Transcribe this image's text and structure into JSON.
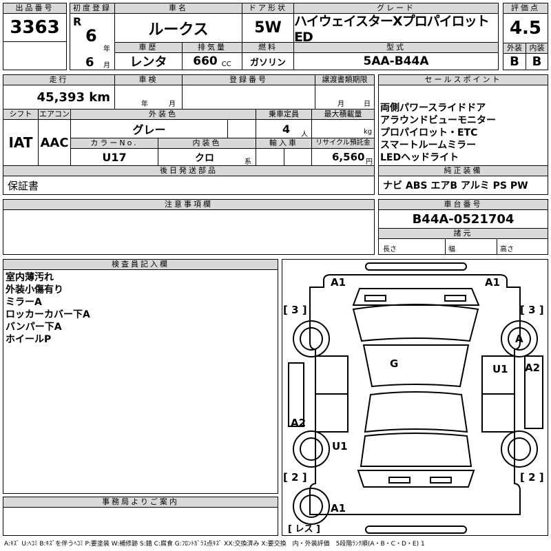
{
  "header": {
    "lot_no_label": "出品番号",
    "lot_no": "3363",
    "first_reg_label": "初度登録",
    "era": "R",
    "year": "6",
    "year_unit": "年",
    "month": "6",
    "month_unit": "月",
    "car_name_label": "車名",
    "car_name": "ルークス",
    "door_label": "ドア形状",
    "door": "5W",
    "grade_label": "グレード",
    "grade": "ハイウェイスターXプロパイロットED",
    "score_label": "評価点",
    "score": "4.5",
    "history_label": "車歴",
    "history": "レンタ",
    "displacement_label": "排気量",
    "displacement": "660",
    "displacement_unit": "CC",
    "fuel_label": "燃料",
    "fuel": "ガソリン",
    "model_label": "型式",
    "model": "5AA-B44A",
    "ext_label": "外装",
    "ext": "B",
    "int_label": "内装",
    "int": "B"
  },
  "row2": {
    "mileage_label": "走行",
    "mileage": "45,393 km",
    "inspection_label": "車検",
    "insp_year_unit": "年",
    "insp_month_unit": "月",
    "reg_no_label": "登録番号",
    "transfer_label": "譲渡書類期限",
    "transfer_month_unit": "月",
    "transfer_day_unit": "日",
    "shift_label": "シフト",
    "shift": "IAT",
    "ac_label": "エアコン",
    "ac": "AAC",
    "exterior_color_label": "外装色",
    "exterior_color": "グレー",
    "capacity_label": "乗車定員",
    "capacity": "4",
    "capacity_unit": "人",
    "max_load_label": "最大積載量",
    "max_load_unit": "kg",
    "color_no_label": "カラーNo.",
    "color_no": "U17",
    "interior_color_label": "内装色",
    "interior_color": "クロ",
    "interior_color_unit": "系",
    "import_label": "輸入車",
    "recycle_label": "リサイクル預託金",
    "recycle": "6,560",
    "recycle_unit": "円",
    "deferred_label": "後日発送部品",
    "deferred": "保証書"
  },
  "sales": {
    "title": "セールスポイント",
    "points": [
      "両側パワースライドドア",
      "アラウンドビューモニター",
      "プロパイロット・ETC",
      "スマートルームミラー",
      "LEDヘッドライト"
    ]
  },
  "equipment": {
    "title": "純正装備",
    "items": "ナビ ABS エアB アルミ PS PW"
  },
  "notes": {
    "title": "注意事項欄"
  },
  "chassis": {
    "title": "車台番号",
    "value": "B44A-0521704"
  },
  "specs": {
    "title": "諸元",
    "length_label": "長さ",
    "width_label": "幅",
    "height_label": "高さ"
  },
  "inspector": {
    "title": "検査員記入欄",
    "lines": [
      "室内薄汚れ",
      "外装小傷有り",
      "ミラーA",
      "ロッカーカバー下A",
      "バンパー下A",
      "ホイールP"
    ]
  },
  "office": {
    "title": "事務局よりご案内"
  },
  "diagram": {
    "marks": [
      "A1",
      "A1",
      "[ 3 ]",
      "[ 3 ]",
      "A",
      "G",
      "U1",
      "A2",
      "A2",
      "U1",
      "[ 2 ]",
      "[ 2 ]",
      "A1",
      "[ レス ]"
    ]
  },
  "legend": "A:ｷｽﾞ U:ﾍｺﾐ B:ｷｽﾞを伴うﾍｺﾐ P:要塗装 W:補修跡 S:錆 C:腐食 G:ﾌﾛﾝﾄｶﾞﾗｽ点ｷｽﾞ XX:交換済み X:要交換　内・外装評価　5段階ﾗﾝｸ順(A・B・C・D・E) 1"
}
